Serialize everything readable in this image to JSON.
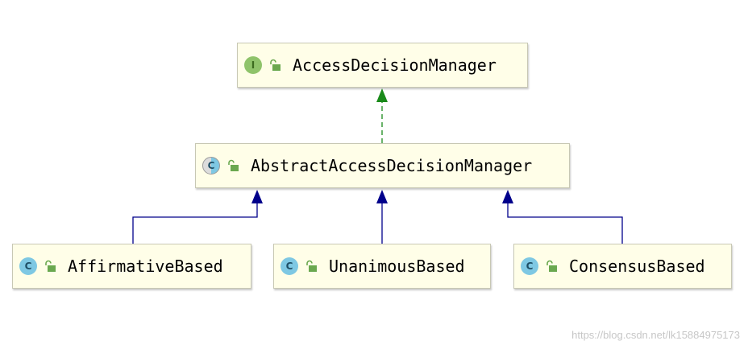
{
  "nodes": {
    "access_decision_manager": {
      "label": "AccessDecisionManager",
      "kind": "I"
    },
    "abstract_access_decision_manager": {
      "label": "AbstractAccessDecisionManager",
      "kind": "C"
    },
    "affirmative_based": {
      "label": "AffirmativeBased",
      "kind": "C"
    },
    "unanimous_based": {
      "label": "UnanimousBased",
      "kind": "C"
    },
    "consensus_based": {
      "label": "ConsensusBased",
      "kind": "C"
    }
  },
  "edges": [
    {
      "from": "abstract_access_decision_manager",
      "to": "access_decision_manager",
      "type": "implements"
    },
    {
      "from": "affirmative_based",
      "to": "abstract_access_decision_manager",
      "type": "extends"
    },
    {
      "from": "unanimous_based",
      "to": "abstract_access_decision_manager",
      "type": "extends"
    },
    {
      "from": "consensus_based",
      "to": "abstract_access_decision_manager",
      "type": "extends"
    }
  ],
  "colors": {
    "implements_edge": "#1a8a1a",
    "extends_edge": "#00008b",
    "node_fill": "#fffee8",
    "node_border": "#c8c8b4"
  },
  "watermark": "https://blog.csdn.net/lk15884975173"
}
